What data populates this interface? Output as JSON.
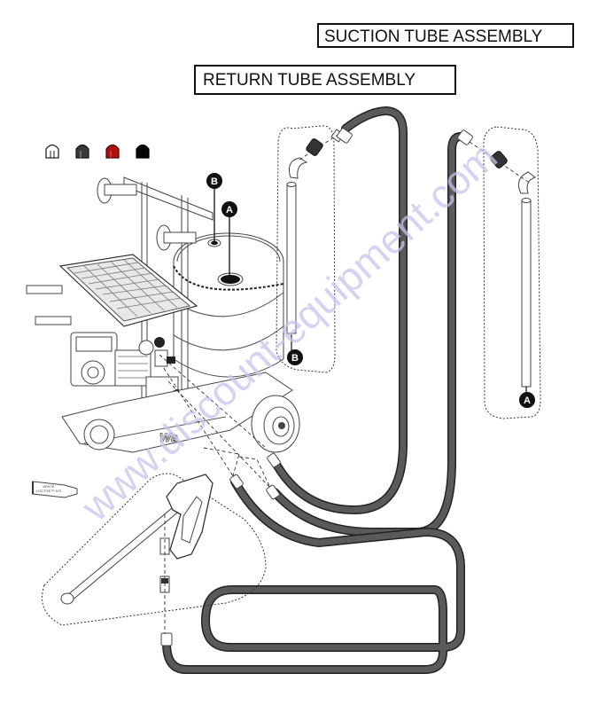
{
  "diagram": {
    "labels": {
      "suction": "SUCTION TUBE ASSEMBLY",
      "return": "RETURN TUBE ASSEMBLY"
    },
    "callouts": {
      "tank_b": "B",
      "tank_a": "A",
      "return_tube_end": "B",
      "suction_tube_end": "A"
    },
    "tube_label": {
      "line1": "WHITE",
      "line2": "LOCTITE™ 572"
    },
    "watermark": "www.discount-equipment.com",
    "caps": [
      {
        "name": "white-cap",
        "color": "#ffffff"
      },
      {
        "name": "gray-cap",
        "color": "#3a3a3a"
      },
      {
        "name": "red-cap",
        "color": "#b01010"
      },
      {
        "name": "black-cap",
        "color": "#050505"
      }
    ],
    "colors": {
      "hose": "#5a5a5a",
      "outline": "#222222",
      "watermark": "#c9c3ec"
    }
  }
}
